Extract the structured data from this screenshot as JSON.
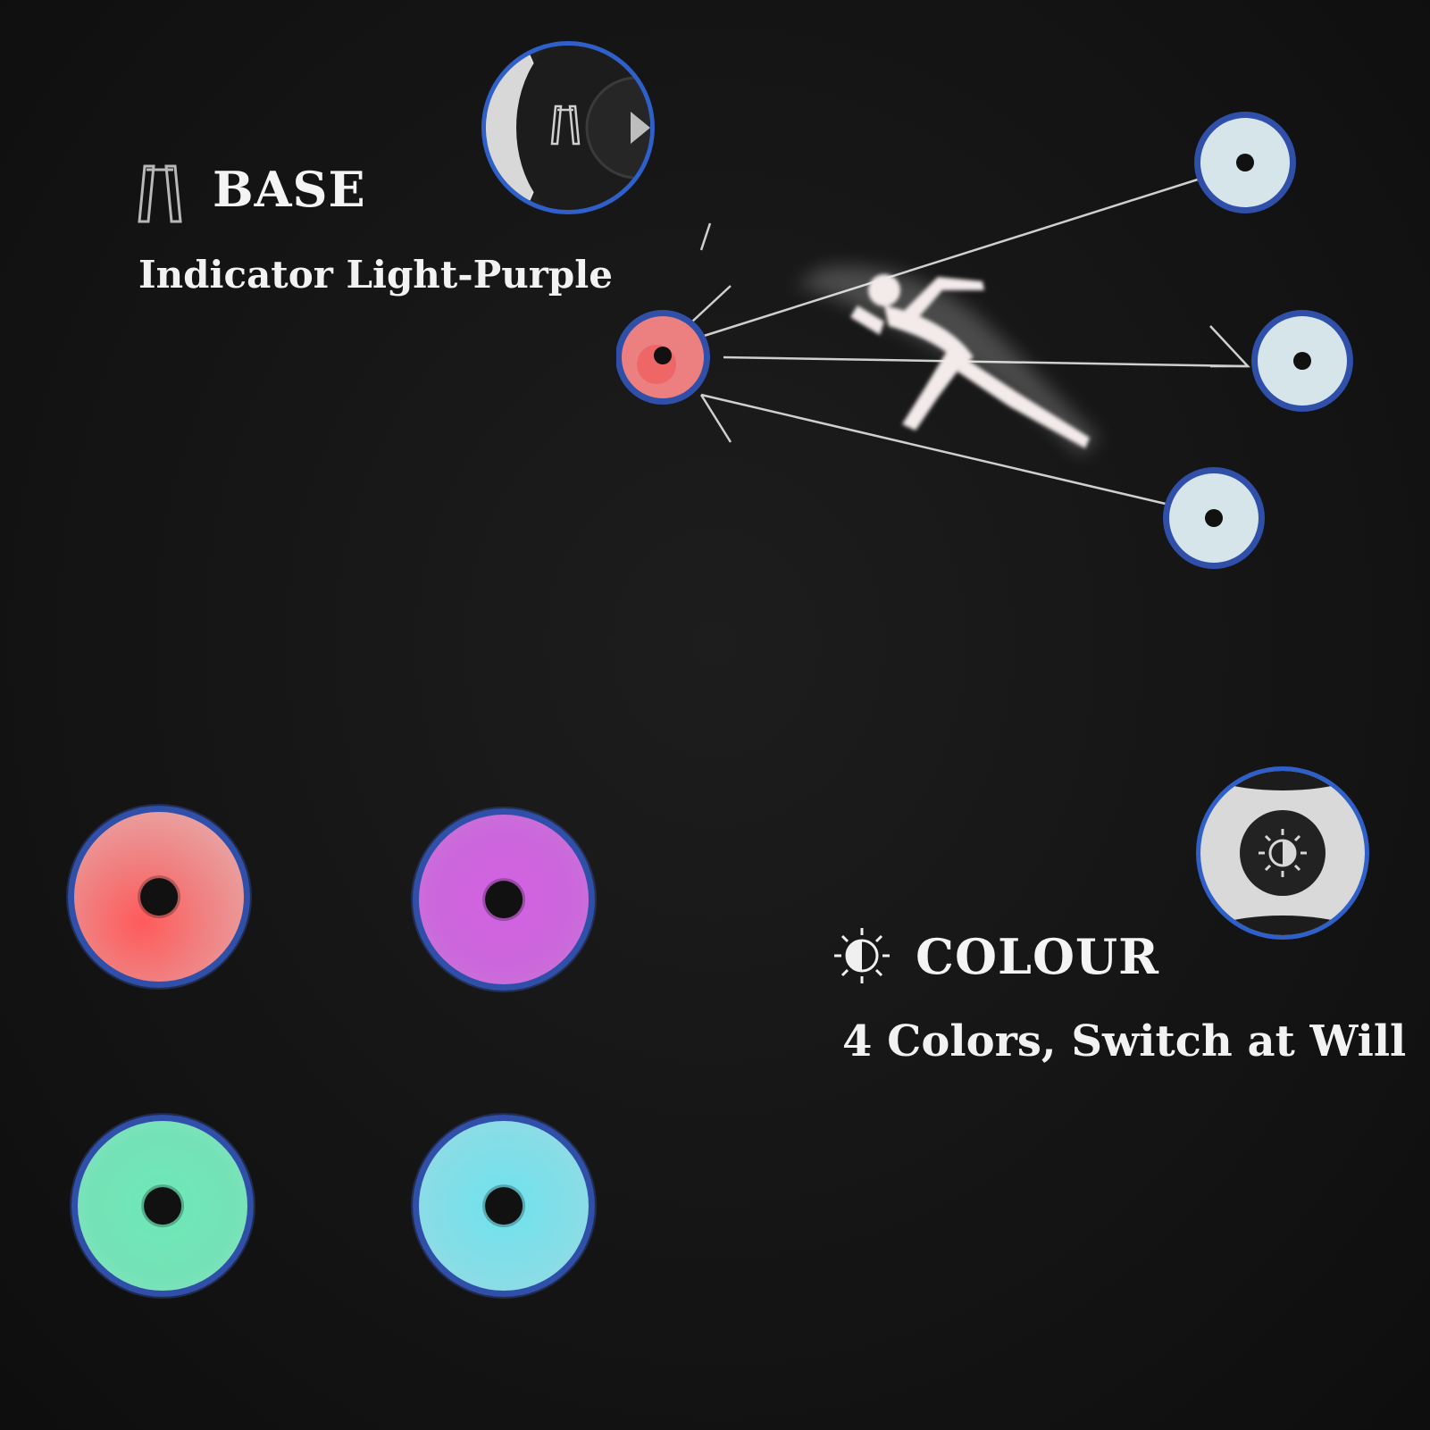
{
  "base": {
    "heading": "BASE",
    "subheading": "Indicator Light-Purple",
    "icon": "base-stand-icon"
  },
  "colour": {
    "heading": "COLOUR",
    "subheading": "4 Colors, Switch at Will",
    "icon": "brightness-icon"
  },
  "remote_buttons": [
    {
      "name": "mode-button-closeup",
      "icon": "base-stand-icon"
    },
    {
      "name": "colour-button-closeup",
      "icon": "brightness-icon"
    }
  ],
  "light_colors": [
    {
      "name": "red",
      "hex": "#ef7070"
    },
    {
      "name": "purple",
      "hex": "#cf68de"
    },
    {
      "name": "green",
      "hex": "#74e3b5"
    },
    {
      "name": "cyan",
      "hex": "#86dde6"
    }
  ],
  "accent_ring": "#2f4fa8",
  "background": "#151515",
  "illustration": {
    "figure": "running-athlete-icon",
    "active_pod": "red",
    "target_pods": 3
  }
}
